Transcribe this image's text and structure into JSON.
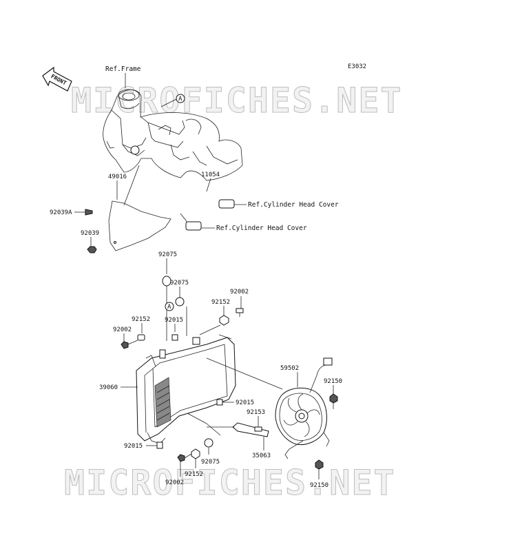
{
  "diagram_code": "E3032",
  "front_label": "FRONT",
  "watermark": "MICROFICHES.NET",
  "refs": {
    "frame": "Ref.Frame",
    "head_cover_1": "Ref.Cylinder Head Cover",
    "head_cover_2": "Ref.Cylinder Head Cover"
  },
  "callout_marker": "A",
  "parts": {
    "p11054": "11054",
    "p49016": "49016",
    "p92039A": "92039A",
    "p92039": "92039",
    "p92075_top": "92075",
    "p92075_mid": "92075",
    "p92002_right": "92002",
    "p92152_right": "92152",
    "p92015_top": "92015",
    "p92152_left": "92152",
    "p92002_left": "92002",
    "p39060": "39060",
    "p59502": "59502",
    "p92150_top": "92150",
    "p92015_mid": "92015",
    "p92153": "92153",
    "p92015_bot": "92015",
    "p35063": "35063",
    "p92075_bot": "92075",
    "p92002_bot": "92002",
    "p92152_bot": "92152",
    "p92150_bot": "92150"
  }
}
